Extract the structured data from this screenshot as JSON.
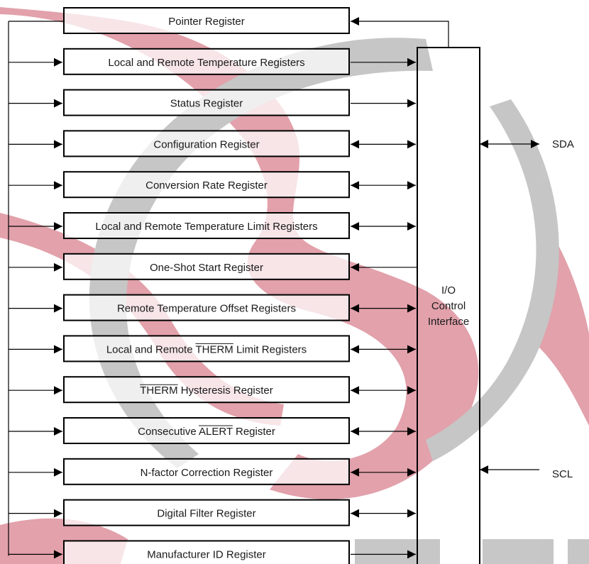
{
  "registers": [
    {
      "label": "Pointer Register",
      "link": "pointer"
    },
    {
      "label": "Local and Remote Temperature Registers",
      "link": "to-io"
    },
    {
      "label": "Status Register",
      "link": "to-io"
    },
    {
      "label": "Configuration Register",
      "link": "bidir"
    },
    {
      "label": "Conversion Rate Register",
      "link": "bidir"
    },
    {
      "label": "Local and Remote Temperature Limit Registers",
      "link": "bidir"
    },
    {
      "label": "One-Shot Start Register",
      "link": "from-io"
    },
    {
      "label": "Remote Temperature Offset Registers",
      "link": "bidir"
    },
    {
      "label": "Local and Remote THERM Limit Registers",
      "link": "bidir",
      "overline": "THERM"
    },
    {
      "label": "THERM Hysteresis Register",
      "link": "bidir",
      "overline": "THERM"
    },
    {
      "label": "Consecutive ALERT Register",
      "link": "bidir",
      "overline": "ALERT"
    },
    {
      "label": "N-factor Correction Register",
      "link": "bidir"
    },
    {
      "label": "Digital Filter Register",
      "link": "bidir"
    },
    {
      "label": "Manufacturer ID Register",
      "link": "to-io"
    }
  ],
  "io_block": {
    "label_lines": [
      "I/O",
      "Control",
      "Interface"
    ]
  },
  "signals": {
    "sda": "SDA",
    "scl": "SCL"
  },
  "colors": {
    "watermark_red": "#d9828f",
    "watermark_gray": "#b4b4b4",
    "line": "#000000"
  }
}
